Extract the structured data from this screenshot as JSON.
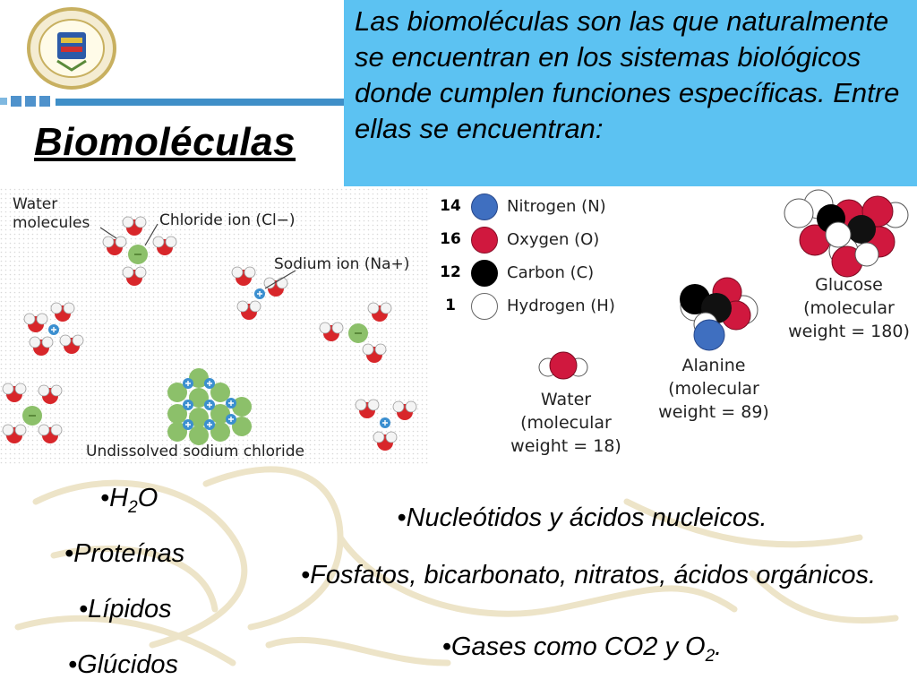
{
  "slide": {
    "title": "Biomoléculas",
    "intro": "Las biomoléculas son las que naturalmente se encuentran en los sistemas biológicos donde cumplen funciones específicas. Entre ellas se encuentran:",
    "colors": {
      "accent": "#5cc2f2",
      "bar": "#3f8fc8"
    }
  },
  "diagram": {
    "water_molecules": "Water molecules",
    "chloride_ion": "Chloride ion (Cl−)",
    "sodium_ion": "Sodium ion (Na+)",
    "undissolved": "Undissolved sodium chloride"
  },
  "legend": [
    {
      "number": "14",
      "element": "Nitrogen (N)",
      "color": "#3f6fc0"
    },
    {
      "number": "16",
      "element": "Oxygen (O)",
      "color": "#d0183e"
    },
    {
      "number": "12",
      "element": "Carbon (C)",
      "color": "#000000"
    },
    {
      "number": "1",
      "element": "Hydrogen (H)",
      "color": "#ffffff"
    }
  ],
  "molecules": {
    "water": {
      "name": "Water",
      "weight_label": "(molecular",
      "weight": "weight = 18)"
    },
    "alanine": {
      "name": "Alanine",
      "weight_label": "(molecular",
      "weight": "weight = 89)"
    },
    "glucose": {
      "name": "Glucose",
      "weight_label": "(molecular",
      "weight": "weight = 180)"
    }
  },
  "bullets_left": {
    "h2o_main": "•H",
    "h2o_sub": "2",
    "h2o_end": "O",
    "proteinas": "•Proteínas",
    "lipidos": "•Lípidos",
    "glucidos": "•Glúcidos"
  },
  "bullets_right": {
    "nucleotidos": "•Nucleótidos y ácidos nucleicos.",
    "fosfatos": "•Fosfatos, bicarbonato, nitratos, ácidos orgánicos.",
    "gases_main": "•Gases como CO2 y O",
    "gases_sub": "2",
    "gases_end": "."
  }
}
